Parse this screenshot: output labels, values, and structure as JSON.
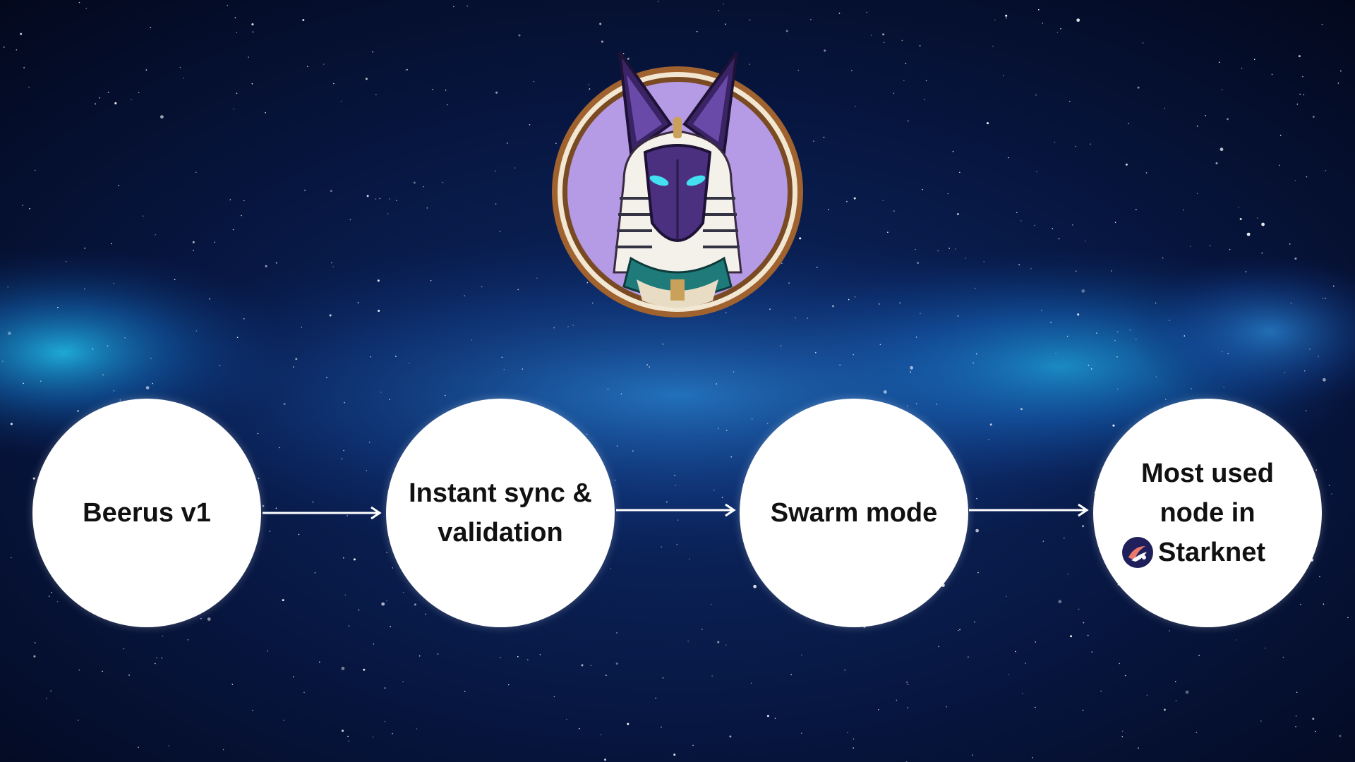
{
  "colors": {
    "node_fill": "#ffffff",
    "label_text": "#111111",
    "arrow": "#ffffff",
    "nebula": "#1aa6e6",
    "medallion_bg": "#b59ae6",
    "medallion_ring": "#a0622e",
    "starknet_logo": "#1f1f5c",
    "starknet_accent": "#ec796b"
  },
  "mascot": {
    "icon": "jackal-god-mascot-icon"
  },
  "flow": {
    "nodes": [
      {
        "label": "Beerus v1"
      },
      {
        "label": "Instant sync &\nvalidation"
      },
      {
        "label": "Swarm mode"
      },
      {
        "label_line1": "Most used",
        "label_line2": "node in",
        "brand": "Starknet",
        "brand_icon": "starknet-logo-icon"
      }
    ]
  }
}
